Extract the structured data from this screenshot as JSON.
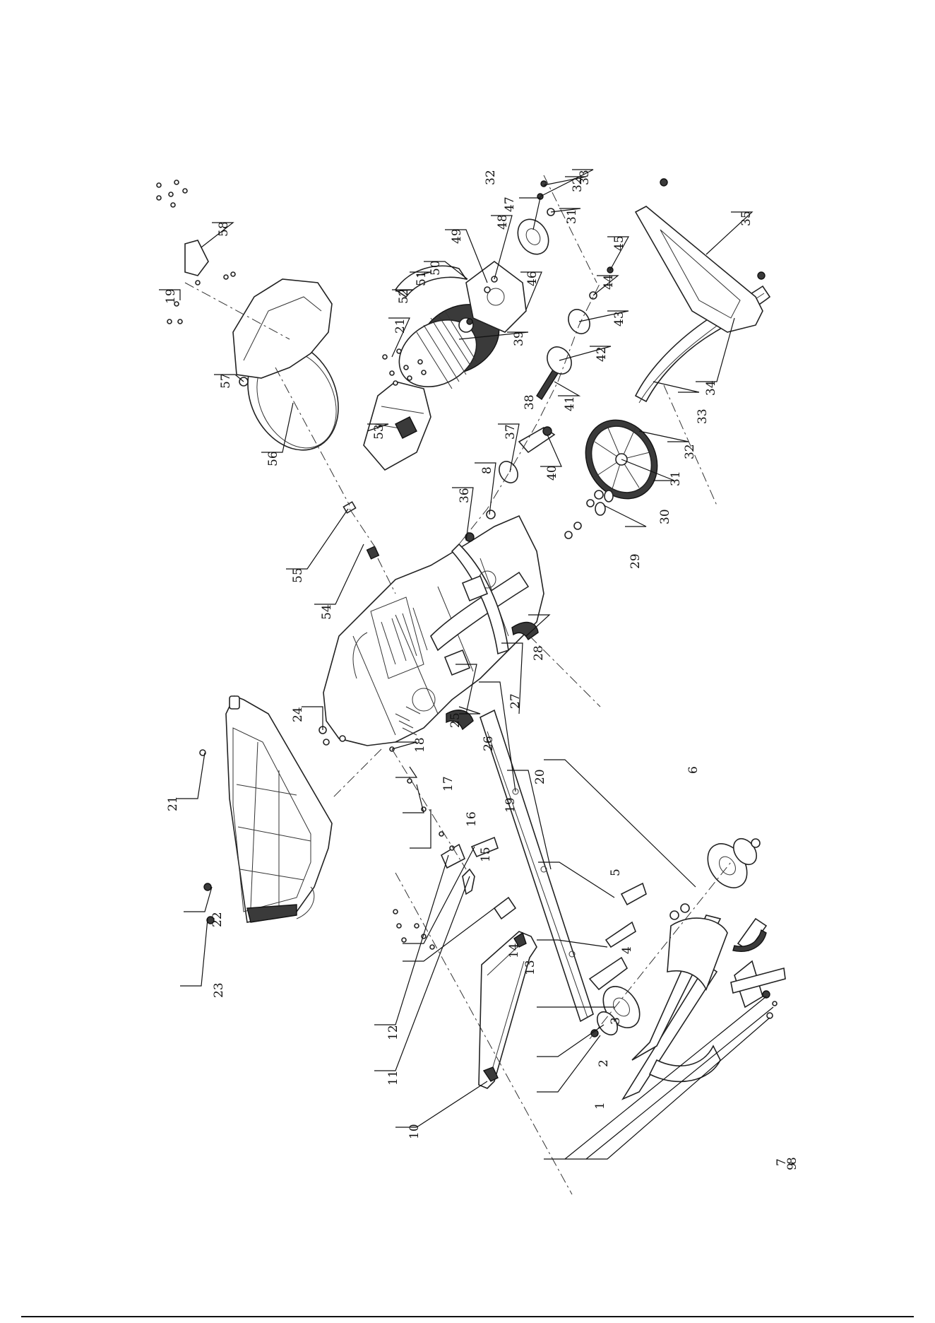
{
  "diagram": {
    "callouts": [
      {
        "id": "c1",
        "label": "1"
      },
      {
        "id": "c2",
        "label": "2"
      },
      {
        "id": "c3",
        "label": "3"
      },
      {
        "id": "c4",
        "label": "4"
      },
      {
        "id": "c5",
        "label": "5"
      },
      {
        "id": "c6",
        "label": "6"
      },
      {
        "id": "c7",
        "label": "7"
      },
      {
        "id": "c8a",
        "label": "8"
      },
      {
        "id": "c9",
        "label": "9"
      },
      {
        "id": "c10",
        "label": "10"
      },
      {
        "id": "c11",
        "label": "11"
      },
      {
        "id": "c12",
        "label": "12"
      },
      {
        "id": "c13",
        "label": "13"
      },
      {
        "id": "c14",
        "label": "14"
      },
      {
        "id": "c15",
        "label": "15"
      },
      {
        "id": "c16",
        "label": "16"
      },
      {
        "id": "c17",
        "label": "17"
      },
      {
        "id": "c18",
        "label": "18"
      },
      {
        "id": "c19a",
        "label": "19"
      },
      {
        "id": "c20",
        "label": "20"
      },
      {
        "id": "c21a",
        "label": "21"
      },
      {
        "id": "c22",
        "label": "22"
      },
      {
        "id": "c23",
        "label": "23"
      },
      {
        "id": "c24",
        "label": "24"
      },
      {
        "id": "c25",
        "label": "25"
      },
      {
        "id": "c26",
        "label": "26"
      },
      {
        "id": "c27",
        "label": "27"
      },
      {
        "id": "c28",
        "label": "28"
      },
      {
        "id": "c29",
        "label": "29"
      },
      {
        "id": "c30",
        "label": "30"
      },
      {
        "id": "c31a",
        "label": "31"
      },
      {
        "id": "c32a",
        "label": "32"
      },
      {
        "id": "c33a",
        "label": "33"
      },
      {
        "id": "c34",
        "label": "34"
      },
      {
        "id": "c35",
        "label": "35"
      },
      {
        "id": "c36",
        "label": "36"
      },
      {
        "id": "c8b",
        "label": "8"
      },
      {
        "id": "c37",
        "label": "37"
      },
      {
        "id": "c38",
        "label": "38"
      },
      {
        "id": "c40",
        "label": "40"
      },
      {
        "id": "c41",
        "label": "41"
      },
      {
        "id": "c42",
        "label": "42"
      },
      {
        "id": "c43",
        "label": "43"
      },
      {
        "id": "c44",
        "label": "44"
      },
      {
        "id": "c45",
        "label": "45"
      },
      {
        "id": "c31b",
        "label": "31"
      },
      {
        "id": "c32b",
        "label": "32"
      },
      {
        "id": "c33b",
        "label": "33"
      },
      {
        "id": "c39",
        "label": "39"
      },
      {
        "id": "c21b",
        "label": "21"
      },
      {
        "id": "c53",
        "label": "53"
      },
      {
        "id": "c52",
        "label": "52"
      },
      {
        "id": "c51",
        "label": "51"
      },
      {
        "id": "c50",
        "label": "50"
      },
      {
        "id": "c49",
        "label": "49"
      },
      {
        "id": "c32c",
        "label": "32"
      },
      {
        "id": "c48",
        "label": "48"
      },
      {
        "id": "c46",
        "label": "46"
      },
      {
        "id": "c47",
        "label": "47"
      },
      {
        "id": "c54",
        "label": "54"
      },
      {
        "id": "c55",
        "label": "55"
      },
      {
        "id": "c56",
        "label": "56"
      },
      {
        "id": "c57",
        "label": "57"
      },
      {
        "id": "c19b",
        "label": "19"
      },
      {
        "id": "c58",
        "label": "58"
      }
    ]
  }
}
